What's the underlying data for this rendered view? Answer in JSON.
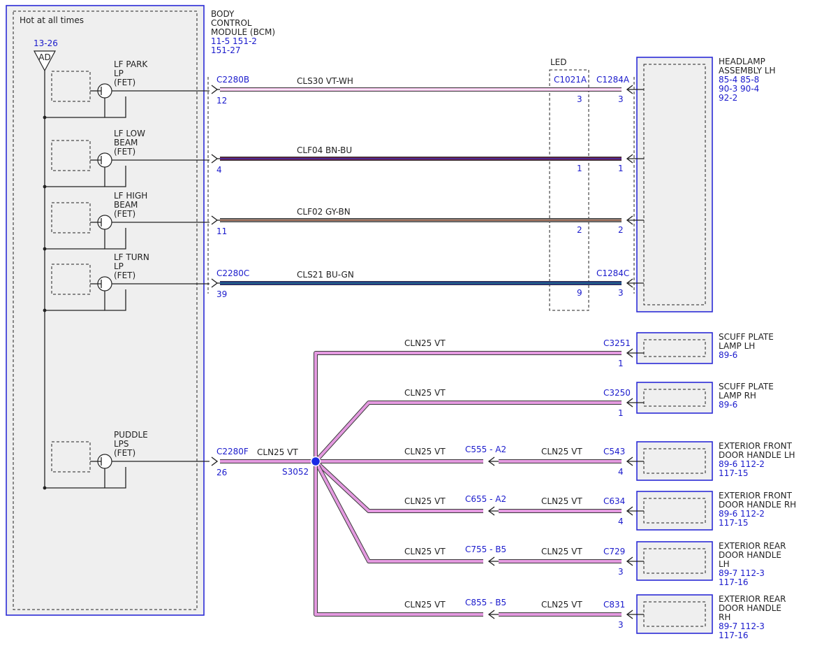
{
  "bcm": {
    "hot_label": "Hot at all times",
    "title_lines": [
      "BODY",
      "CONTROL",
      "MODULE (BCM)"
    ],
    "refs": [
      "11-5   151-2",
      "151-27"
    ],
    "fuse_ref": "13-26",
    "fuse_label": "AD",
    "fets": [
      {
        "lines": [
          "LF PARK",
          "LP",
          "(FET)"
        ]
      },
      {
        "lines": [
          "LF LOW",
          "BEAM",
          "(FET)"
        ]
      },
      {
        "lines": [
          "LF HIGH",
          "BEAM",
          "(FET)"
        ]
      },
      {
        "lines": [
          "LF TURN",
          "LP",
          "(FET)"
        ]
      },
      {
        "lines": [
          "PUDDLE",
          "LPS",
          "(FET)"
        ]
      }
    ]
  },
  "led_label": "LED",
  "headlamp": {
    "lines": [
      "HEADLAMP",
      "ASSEMBLY LH"
    ],
    "refs": [
      "85-4   85-8",
      "90-3   90-4",
      "92-2"
    ]
  },
  "circuits": [
    {
      "bcm_conn": "C2280B",
      "bcm_pin": "12",
      "circuit": "CLS30",
      "color_code": "VT-WH",
      "inline_conn": "C1021A",
      "inline_pin": "3",
      "lamp_conn": "C1284A",
      "lamp_pin": "3",
      "wire_color": "#f0b8e6",
      "stripe_color": "#ffffff"
    },
    {
      "bcm_conn": "",
      "bcm_pin": "4",
      "circuit": "CLF04",
      "color_code": "BN-BU",
      "inline_conn": "",
      "inline_pin": "1",
      "lamp_conn": "",
      "lamp_pin": "1",
      "wire_color": "#6a1a3a",
      "stripe_color": "#3a3acc"
    },
    {
      "bcm_conn": "",
      "bcm_pin": "11",
      "circuit": "CLF02",
      "color_code": "GY-BN",
      "inline_conn": "",
      "inline_pin": "2",
      "lamp_conn": "",
      "lamp_pin": "2",
      "wire_color": "#8a8a8a",
      "stripe_color": "#a0522d"
    },
    {
      "bcm_conn": "C2280C",
      "bcm_pin": "39",
      "circuit": "CLS21",
      "color_code": "BU-GN",
      "inline_conn": "",
      "inline_pin": "9",
      "lamp_conn": "C1284C",
      "lamp_pin": "3",
      "wire_color": "#1a2aa8",
      "stripe_color": "#2e8b57"
    }
  ],
  "puddle": {
    "bcm_conn": "C2280F",
    "bcm_pin": "26",
    "circuit": "CLN25",
    "color_code": "VT",
    "splice": "S3052",
    "wire_color": "#e49ae0",
    "splice_color": "#1a2ae6"
  },
  "branches": [
    {
      "circuit": "CLN25",
      "color_code": "VT",
      "conn": "C3251",
      "pin": "1",
      "inline_conn": "",
      "inline_pin": "",
      "circuit2": "",
      "color_code2": "",
      "load_lines": [
        "SCUFF PLATE",
        "LAMP LH"
      ],
      "refs": [
        "89-6"
      ]
    },
    {
      "circuit": "CLN25",
      "color_code": "VT",
      "conn": "C3250",
      "pin": "1",
      "inline_conn": "",
      "inline_pin": "",
      "circuit2": "",
      "color_code2": "",
      "load_lines": [
        "SCUFF PLATE",
        "LAMP RH"
      ],
      "refs": [
        "89-6"
      ]
    },
    {
      "circuit": "CLN25",
      "color_code": "VT",
      "conn": "C543",
      "pin": "4",
      "inline_conn": "C555",
      "inline_pin": "A2",
      "circuit2": "CLN25",
      "color_code2": "VT",
      "load_lines": [
        "EXTERIOR FRONT",
        "DOOR HANDLE LH"
      ],
      "refs": [
        "89-6   112-2",
        "117-15"
      ]
    },
    {
      "circuit": "CLN25",
      "color_code": "VT",
      "conn": "C634",
      "pin": "4",
      "inline_conn": "C655",
      "inline_pin": "A2",
      "circuit2": "CLN25",
      "color_code2": "VT",
      "load_lines": [
        "EXTERIOR FRONT",
        "DOOR HANDLE RH"
      ],
      "refs": [
        "89-6   112-2",
        "117-15"
      ]
    },
    {
      "circuit": "CLN25",
      "color_code": "VT",
      "conn": "C729",
      "pin": "3",
      "inline_conn": "C755",
      "inline_pin": "B5",
      "circuit2": "CLN25",
      "color_code2": "VT",
      "load_lines": [
        "EXTERIOR REAR",
        "DOOR HANDLE",
        "LH"
      ],
      "refs": [
        "89-7   112-3",
        "117-16"
      ]
    },
    {
      "circuit": "CLN25",
      "color_code": "VT",
      "conn": "C831",
      "pin": "3",
      "inline_conn": "C855",
      "inline_pin": "B5",
      "circuit2": "CLN25",
      "color_code2": "VT",
      "load_lines": [
        "EXTERIOR REAR",
        "DOOR HANDLE",
        "RH"
      ],
      "refs": [
        "89-7   112-3",
        "117-16"
      ]
    }
  ]
}
